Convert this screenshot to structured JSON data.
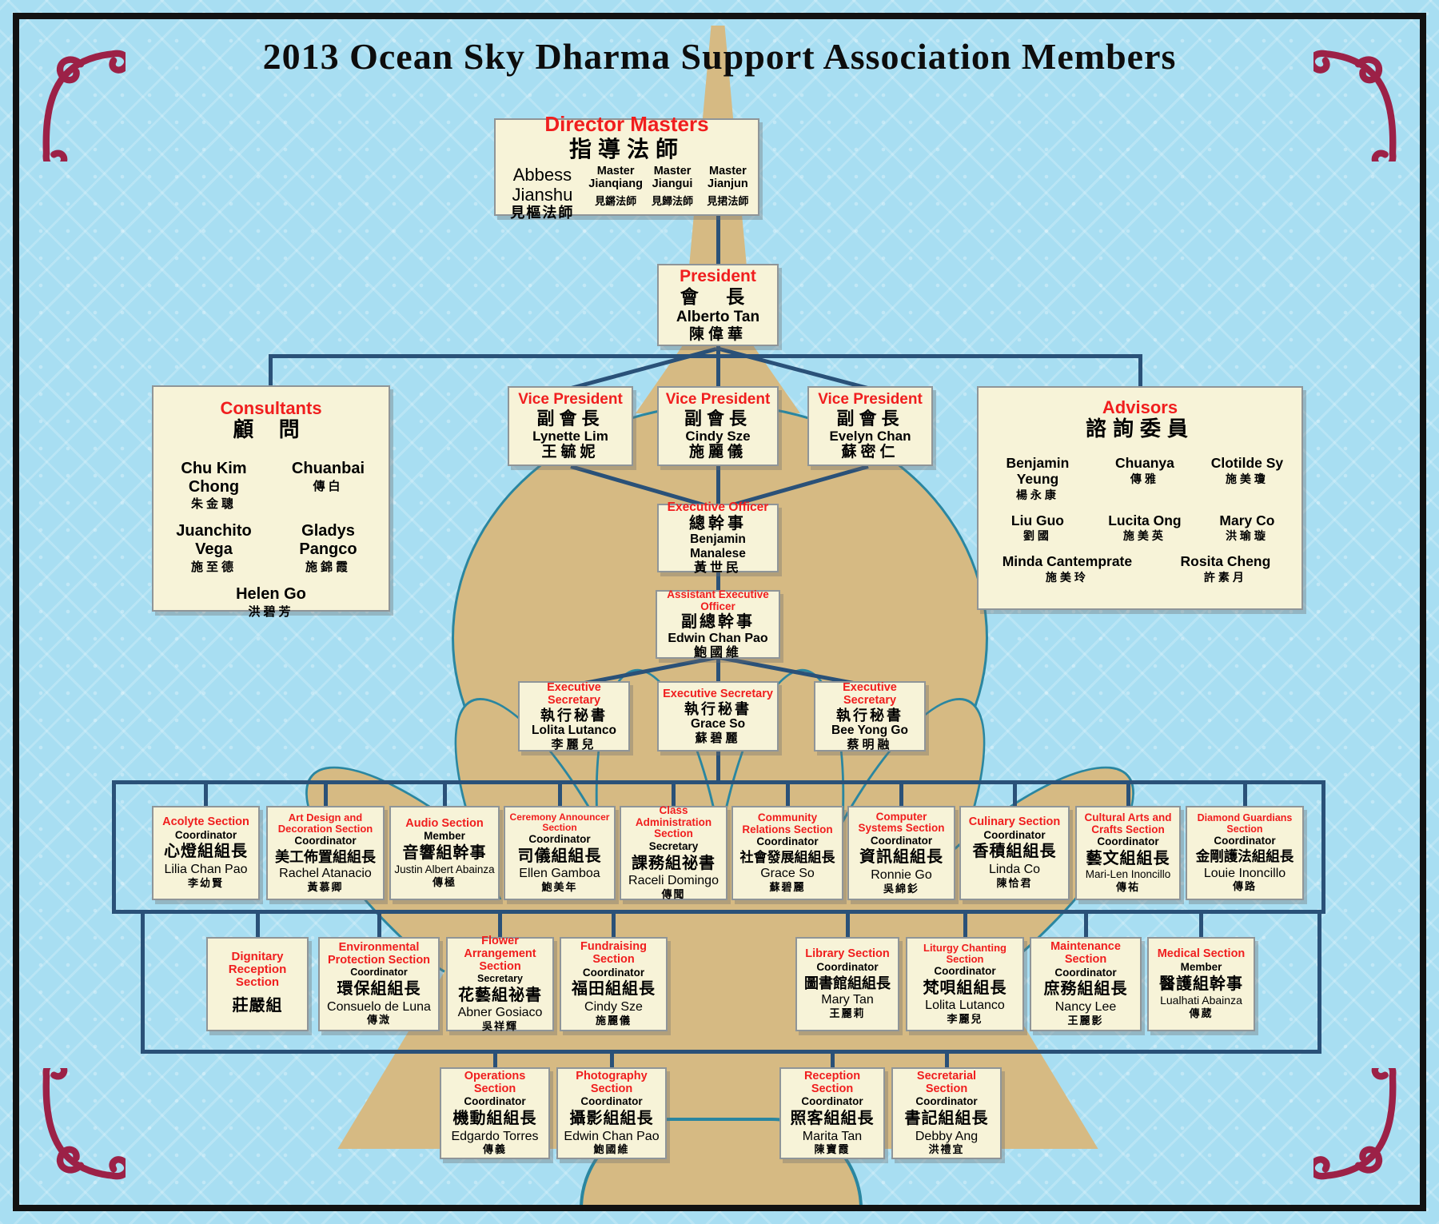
{
  "title": "2013 Ocean Sky Dharma Support Association Members",
  "colors": {
    "background": "#a8def2",
    "box_bg": "#f7f3d8",
    "header_red": "#f01e1e",
    "connector": "#2a5178",
    "stupa_tan": "#d6ba83",
    "stupa_outline": "#2a86a0",
    "ornament": "#9c2147",
    "frame": "#121212"
  },
  "director_masters": {
    "title_en": "Director Masters",
    "title_zh": "指導法師",
    "members": [
      {
        "role": "Abbess",
        "name": "Jianshu",
        "zh": "見樞法師"
      },
      {
        "role": "Master",
        "name": "Jianqiang",
        "zh": "見鏘法師"
      },
      {
        "role": "Master",
        "name": "Jiangui",
        "zh": "見歸法師"
      },
      {
        "role": "Master",
        "name": "Jianjun",
        "zh": "見捃法師"
      }
    ]
  },
  "president": {
    "title_en": "President",
    "title_zh": "會 長",
    "name": "Alberto Tan",
    "name_zh": "陳偉華"
  },
  "vice_presidents": [
    {
      "title_en": "Vice President",
      "title_zh": "副會長",
      "name": "Lynette Lim",
      "name_zh": "王毓妮"
    },
    {
      "title_en": "Vice President",
      "title_zh": "副會長",
      "name": "Cindy Sze",
      "name_zh": "施麗儀"
    },
    {
      "title_en": "Vice President",
      "title_zh": "副會長",
      "name": "Evelyn Chan",
      "name_zh": "蘇密仁"
    }
  ],
  "consultants": {
    "title_en": "Consultants",
    "title_zh": "顧 問",
    "members": [
      {
        "name": "Chu Kim Chong",
        "zh": "朱金聰"
      },
      {
        "name": "Chuanbai",
        "zh": "傳白"
      },
      {
        "name": "Juanchito Vega",
        "zh": "施至德"
      },
      {
        "name": "Gladys Pangco",
        "zh": "施錦霞"
      },
      {
        "name": "Helen Go",
        "zh": "洪碧芳"
      }
    ]
  },
  "advisors": {
    "title_en": "Advisors",
    "title_zh": "諮詢委員",
    "members": [
      {
        "name": "Benjamin Yeung",
        "zh": "楊永康"
      },
      {
        "name": "Chuanya",
        "zh": "傳雅"
      },
      {
        "name": "Clotilde Sy",
        "zh": "施美瓊"
      },
      {
        "name": "Liu Guo",
        "zh": "劉國"
      },
      {
        "name": "Lucita Ong",
        "zh": "施美英"
      },
      {
        "name": "Mary Co",
        "zh": "洪瑜璇"
      },
      {
        "name": "Minda Cantemprate",
        "zh": "施美玲"
      },
      {
        "name": "Rosita Cheng",
        "zh": "許素月"
      }
    ]
  },
  "executive_officer": {
    "title_en": "Executive Officer",
    "title_zh": "總幹事",
    "name": "Benjamin Manalese",
    "name_zh": "黃世民"
  },
  "assistant_executive_officer": {
    "title_en": "Assistant Executive Officer",
    "title_zh": "副總幹事",
    "name": "Edwin Chan Pao",
    "name_zh": "鮑國維"
  },
  "executive_secretaries": [
    {
      "title_en": "Executive Secretary",
      "title_zh": "執行秘書",
      "name": "Lolita Lutanco",
      "name_zh": "李麗兒"
    },
    {
      "title_en": "Executive Secretary",
      "title_zh": "執行秘書",
      "name": "Grace So",
      "name_zh": "蘇碧麗"
    },
    {
      "title_en": "Executive Secretary",
      "title_zh": "執行秘書",
      "name": "Bee Yong Go",
      "name_zh": "蔡明融"
    }
  ],
  "sections_row1": [
    {
      "title_en": "Acolyte Section",
      "role": "Coordinator",
      "title_zh": "心燈組組長",
      "name": "Lilia Chan Pao",
      "name_zh": "李幼賢"
    },
    {
      "title_en": "Art Design and Decoration Section",
      "role": "Coordinator",
      "title_zh": "美工佈置組組長",
      "name": "Rachel Atanacio",
      "name_zh": "黃慕卿"
    },
    {
      "title_en": "Audio Section",
      "role": "Member",
      "title_zh": "音響組幹事",
      "name": "Justin Albert Abainza",
      "name_zh": "傳極"
    },
    {
      "title_en": "Ceremony Announcer Section",
      "role": "Coordinator",
      "title_zh": "司儀組組長",
      "name": "Ellen Gamboa",
      "name_zh": "鮑美年"
    },
    {
      "title_en": "Class Administration Section",
      "role": "Secretary",
      "title_zh": "課務組祕書",
      "name": "Raceli Domingo",
      "name_zh": "傳聞"
    },
    {
      "title_en": "Community Relations Section",
      "role": "Coordinator",
      "title_zh": "社會發展組組長",
      "name": "Grace So",
      "name_zh": "蘇碧麗"
    },
    {
      "title_en": "Computer Systems Section",
      "role": "Coordinator",
      "title_zh": "資訊組組長",
      "name": "Ronnie Go",
      "name_zh": "吳綿釤"
    },
    {
      "title_en": "Culinary Section",
      "role": "Coordinator",
      "title_zh": "香積組組長",
      "name": "Linda Co",
      "name_zh": "陳恰君"
    },
    {
      "title_en": "Cultural Arts and Crafts Section",
      "role": "Coordinator",
      "title_zh": "藝文組組長",
      "name": "Mari-Len Inoncillo",
      "name_zh": "傳祐"
    },
    {
      "title_en": "Diamond Guardians Section",
      "role": "Coordinator",
      "title_zh": "金剛護法組組長",
      "name": "Louie Inoncillo",
      "name_zh": "傳路"
    }
  ],
  "sections_row2": [
    {
      "title_en": "Dignitary Reception Section",
      "role": "",
      "title_zh": "莊嚴組",
      "name": "",
      "name_zh": ""
    },
    {
      "title_en": "Environmental Protection Section",
      "role": "Coordinator",
      "title_zh": "環保組組長",
      "name": "Consuelo de Luna",
      "name_zh": "傳溦"
    },
    {
      "title_en": "Flower Arrangement Section",
      "role": "Secretary",
      "title_zh": "花藝組祕書",
      "name": "Abner Gosiaco",
      "name_zh": "吳祥輝"
    },
    {
      "title_en": "Fundraising Section",
      "role": "Coordinator",
      "title_zh": "福田組組長",
      "name": "Cindy Sze",
      "name_zh": "施麗儀"
    },
    {
      "title_en": "Library Section",
      "role": "Coordinator",
      "title_zh": "圖書館組組長",
      "name": "Mary Tan",
      "name_zh": "王麗莉"
    },
    {
      "title_en": "Liturgy Chanting Section",
      "role": "Coordinator",
      "title_zh": "梵唄組組長",
      "name": "Lolita Lutanco",
      "name_zh": "李麗兒"
    },
    {
      "title_en": "Maintenance Section",
      "role": "Coordinator",
      "title_zh": "庶務組組長",
      "name": "Nancy Lee",
      "name_zh": "王麗影"
    },
    {
      "title_en": "Medical Section",
      "role": "Member",
      "title_zh": "醫護組幹事",
      "name": "Lualhati Abainza",
      "name_zh": "傳葳"
    }
  ],
  "sections_row3": [
    {
      "title_en": "Operations Section",
      "role": "Coordinator",
      "title_zh": "機動組組長",
      "name": "Edgardo Torres",
      "name_zh": "傳義"
    },
    {
      "title_en": "Photography Section",
      "role": "Coordinator",
      "title_zh": "攝影組組長",
      "name": "Edwin Chan Pao",
      "name_zh": "鮑國維"
    },
    {
      "title_en": "Reception Section",
      "role": "Coordinator",
      "title_zh": "照客組組長",
      "name": "Marita Tan",
      "name_zh": "陳寶霞"
    },
    {
      "title_en": "Secretarial Section",
      "role": "Coordinator",
      "title_zh": "書記組組長",
      "name": "Debby Ang",
      "name_zh": "洪禮宜"
    }
  ]
}
